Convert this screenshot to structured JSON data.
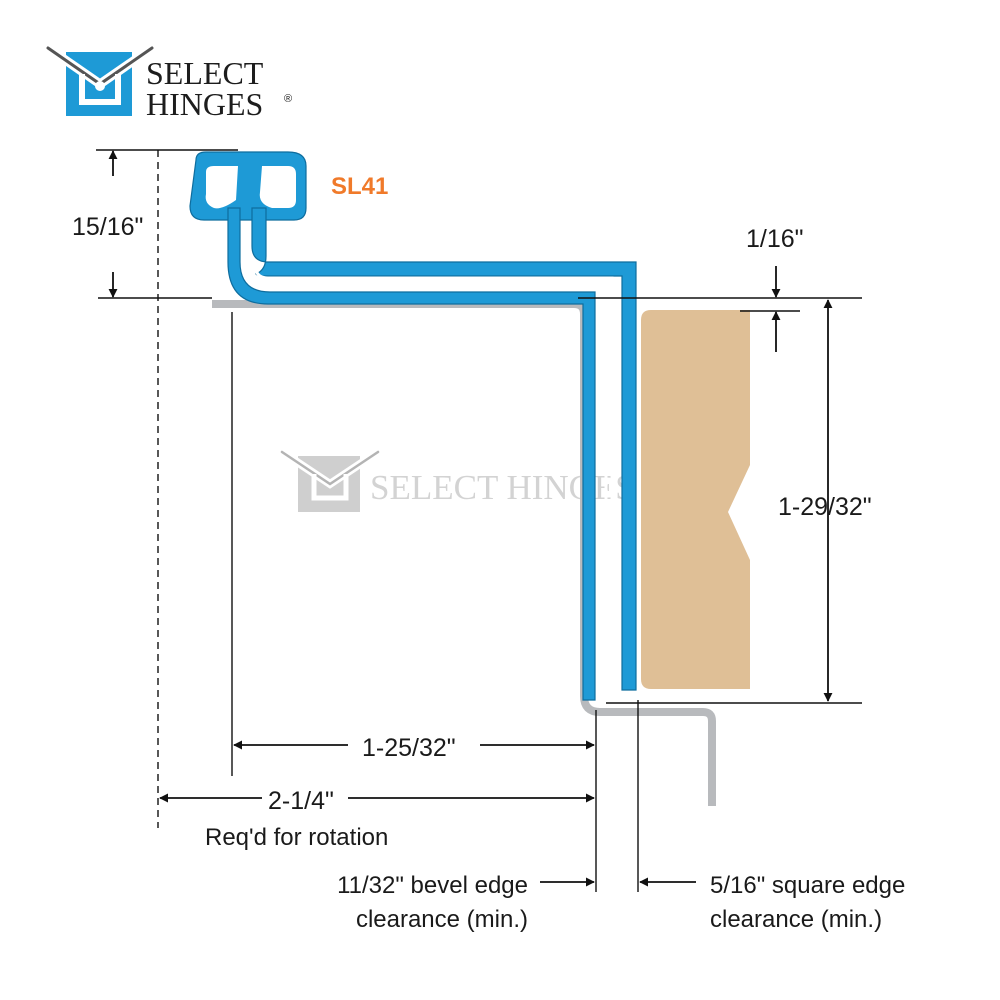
{
  "brand": {
    "line1": "SELECT",
    "line2": "HINGES",
    "registered_mark": "®",
    "watermark_text": "SELECT HINGES",
    "trademark_mark": "™",
    "brand_blue": "#1e9ad6",
    "logo_icon": "select-hinges-logo-icon"
  },
  "product": {
    "model": "SL41",
    "model_color": "#f07a2a",
    "hinge_color": "#1e9ad6",
    "frame_color": "#b8babd",
    "door_color": "#dfbf96"
  },
  "dimensions": {
    "height_leaf": "15/16\"",
    "top_gap": "1/16\"",
    "door_thickness": "1-29/32\"",
    "leaf_width": "1-25/32\"",
    "rotation_width": "2-1/4\"",
    "rotation_note": "Req'd for rotation",
    "bevel_line1": "11/32\" bevel edge",
    "bevel_line2": "clearance (min.)",
    "square_line1": "5/16\" square edge",
    "square_line2": "clearance (min.)"
  }
}
